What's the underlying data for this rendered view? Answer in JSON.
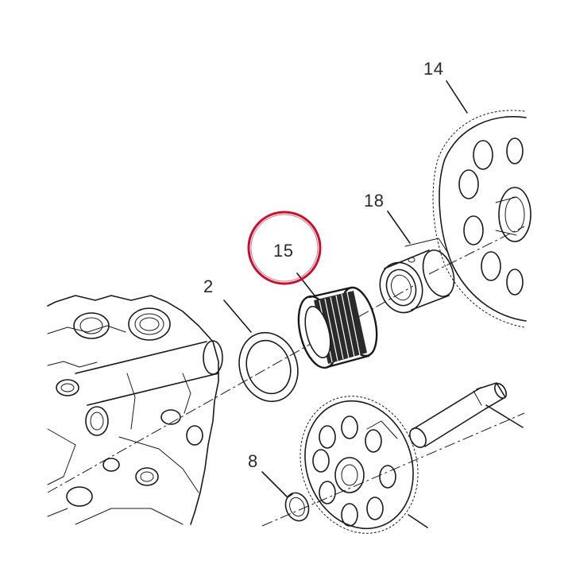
{
  "diagram": {
    "callouts": [
      {
        "id": "part-14",
        "label": "14"
      },
      {
        "id": "part-18",
        "label": "18"
      },
      {
        "id": "part-15",
        "label": "15"
      },
      {
        "id": "part-2",
        "label": "2"
      },
      {
        "id": "part-8",
        "label": "8"
      }
    ],
    "highlight": {
      "target": "15",
      "color": "#c8102e"
    }
  }
}
